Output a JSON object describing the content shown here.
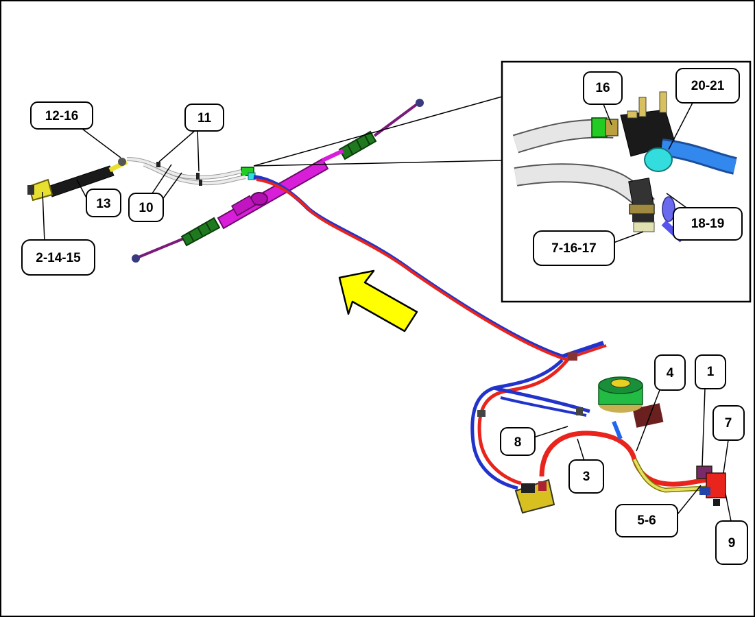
{
  "callouts": {
    "c12_16": "12-16",
    "c11": "11",
    "c13": "13",
    "c10": "10",
    "c2_14_15": "2-14-15",
    "c16": "16",
    "c20_21": "20-21",
    "c18_19": "18-19",
    "c7_16_17": "7-16-17",
    "c4": "4",
    "c1": "1",
    "c7": "7",
    "c8": "8",
    "c3": "3",
    "c5_6": "5-6",
    "c9": "9"
  },
  "colors": {
    "rack_magenta": "#d81ed8",
    "boot_green": "#1f7a1f",
    "pressure_red": "#e8241c",
    "return_blue": "#2233cc",
    "pipe_white": "#e6e6e6",
    "arrow_yellow": "#ffff00",
    "reservoir_green": "#22bb44",
    "cyan_fitting": "#33dddd",
    "yellow_pipe": "#e8e060"
  }
}
